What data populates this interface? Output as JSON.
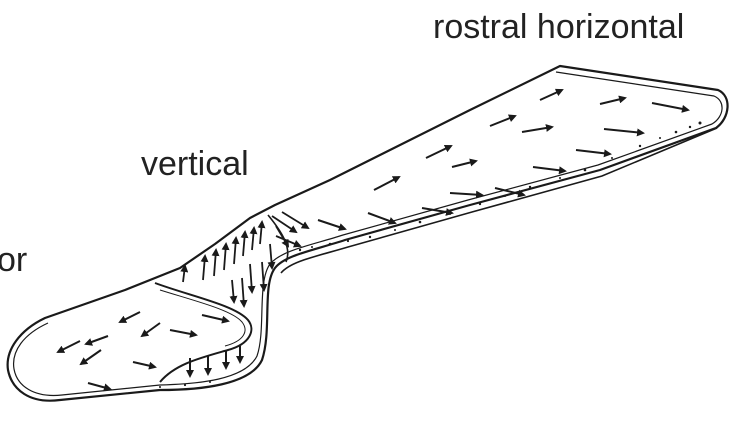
{
  "labels": {
    "rostral": "rostral horizontal",
    "vertical": "vertical",
    "caudal": "or"
  },
  "colors": {
    "stroke": "#1a1a1a",
    "text": "#222222",
    "background": "#ffffff"
  }
}
